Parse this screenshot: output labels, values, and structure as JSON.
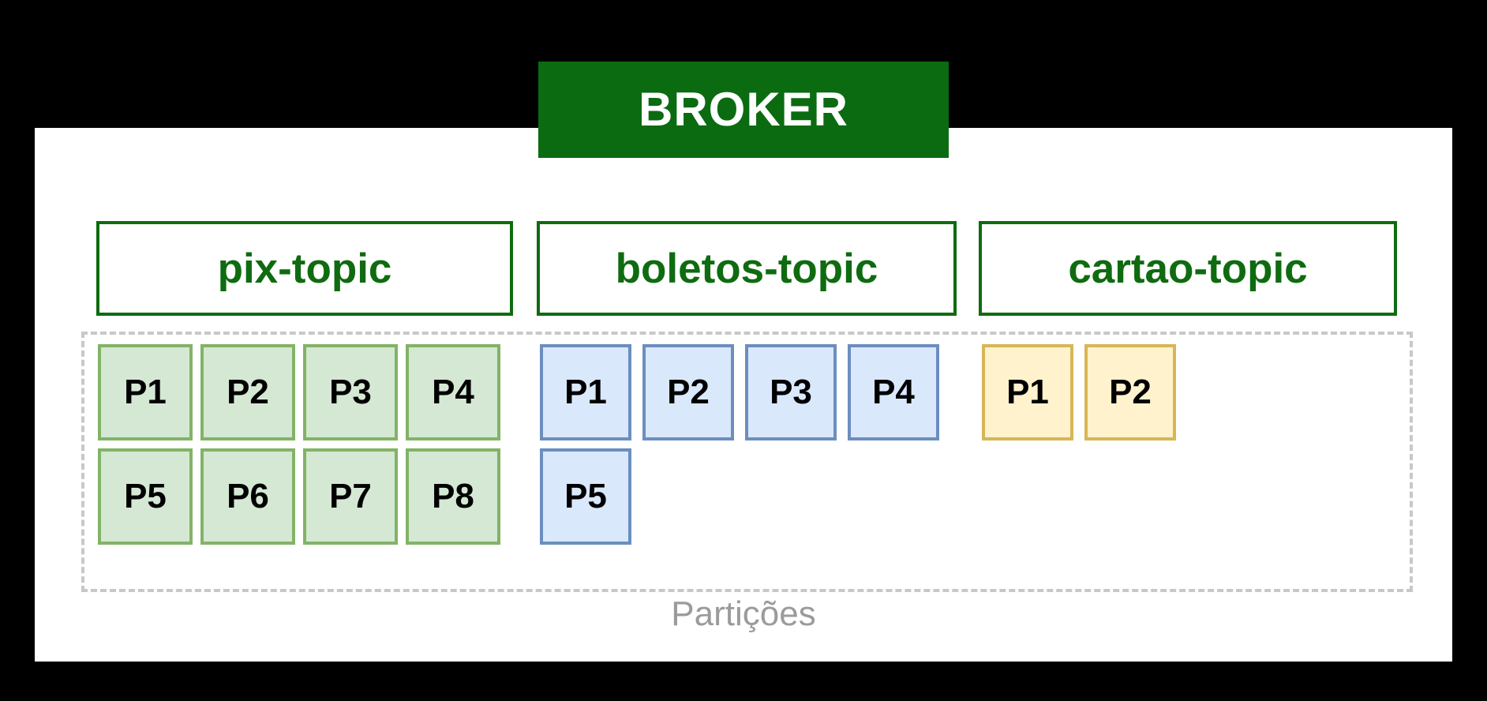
{
  "diagram": {
    "title": "BROKER",
    "caption": "Partições",
    "colors": {
      "background": "#000000",
      "panel": "#ffffff",
      "broker_bar": "#0b6b11",
      "topic_border": "#0f6b10",
      "topic_text": "#0f6b10",
      "dashed_border": "#c8c8c8",
      "caption_text": "#9b9b9b",
      "green_fill": "#d5e8d4",
      "green_border": "#82b366",
      "blue_fill": "#dae8fc",
      "blue_border": "#6c8ebf",
      "yellow_fill": "#fff2cc",
      "yellow_border": "#d6b656"
    },
    "topics": [
      {
        "name": "pix-topic",
        "color": "green",
        "rows": [
          [
            "P1",
            "P2",
            "P3",
            "P4"
          ],
          [
            "P5",
            "P6",
            "P7",
            "P8"
          ]
        ]
      },
      {
        "name": "boletos-topic",
        "color": "blue",
        "rows": [
          [
            "P1",
            "P2",
            "P3",
            "P4"
          ],
          [
            "P5"
          ]
        ]
      },
      {
        "name": "cartao-topic",
        "color": "yellow",
        "rows": [
          [
            "P1",
            "P2"
          ],
          []
        ]
      }
    ]
  }
}
